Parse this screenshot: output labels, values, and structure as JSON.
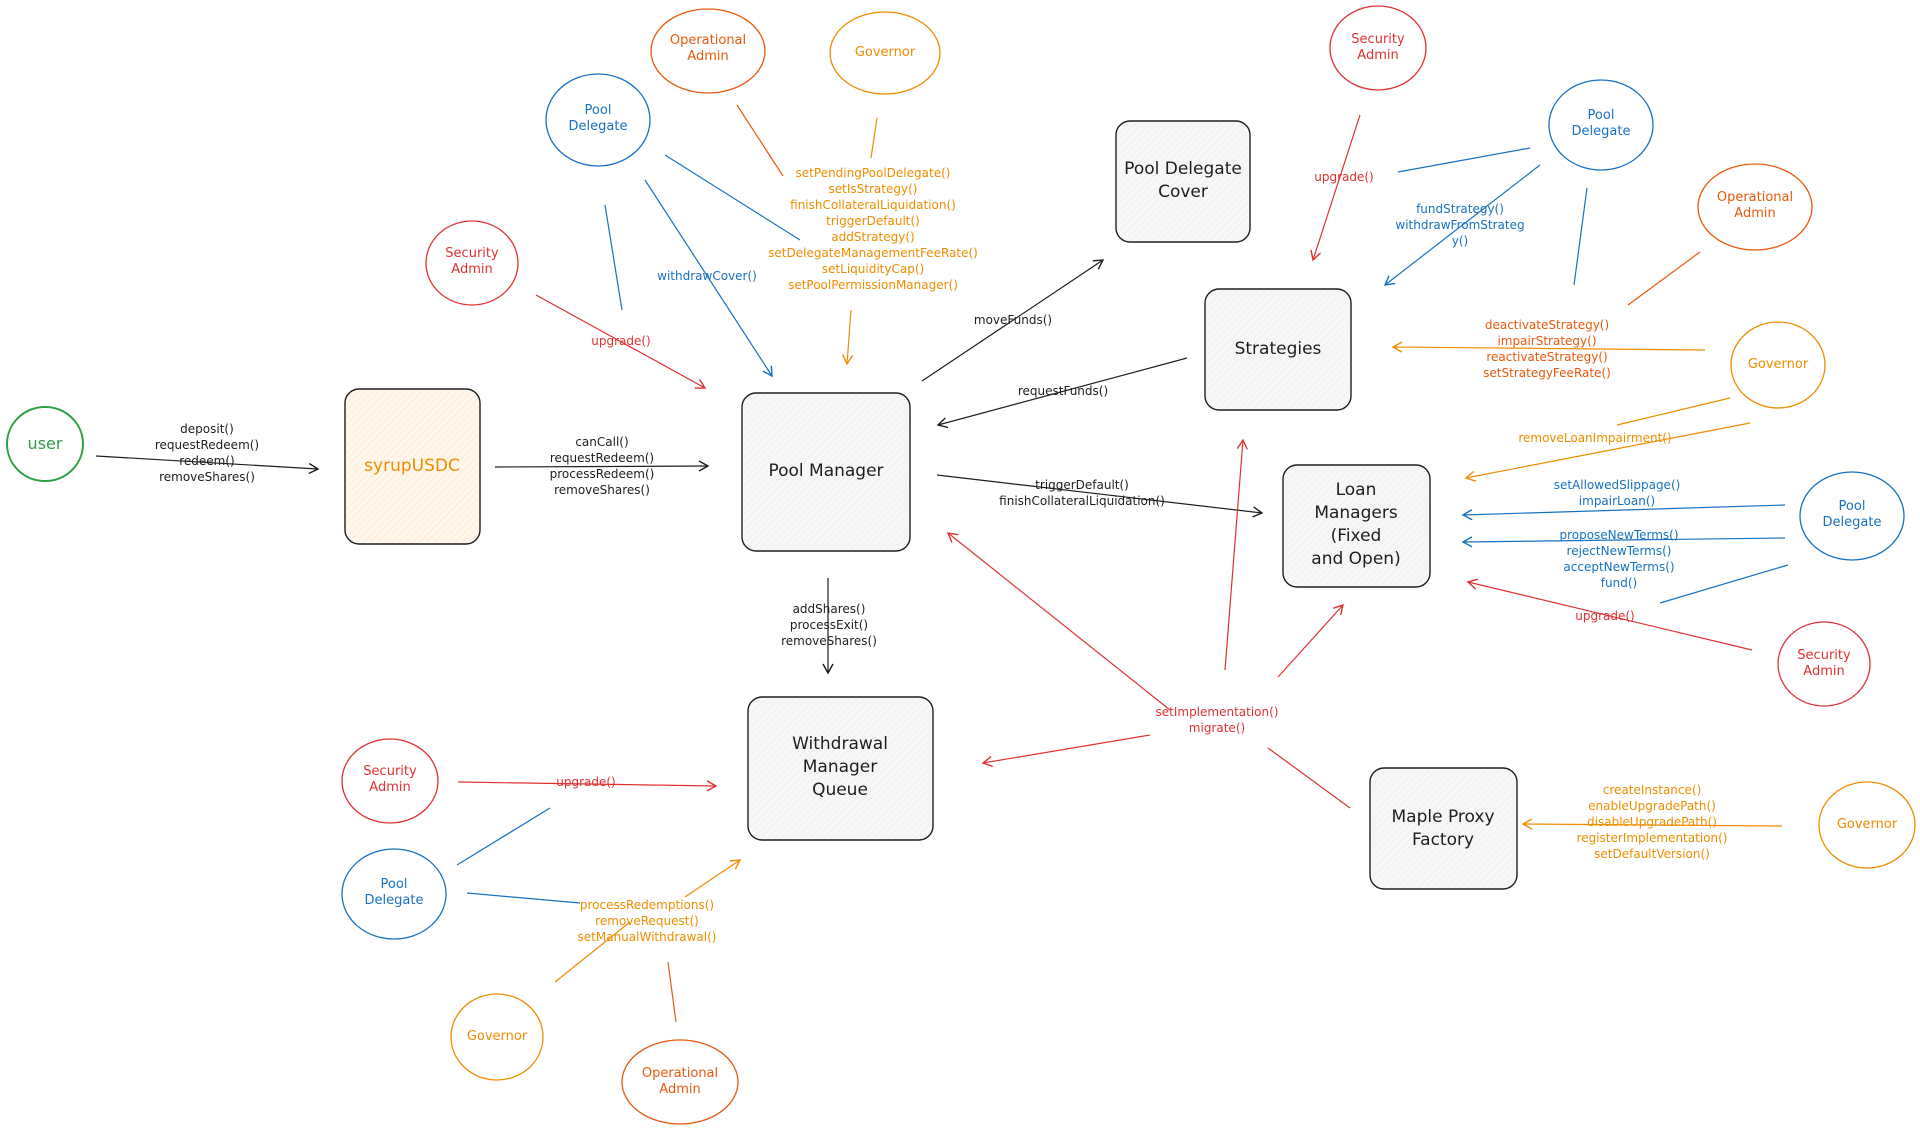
{
  "colors": {
    "black": "#1e1e1e",
    "red": "#e03131",
    "blue": "#1971c2",
    "orange": "#e8590c",
    "amber": "#f08c00",
    "green": "#2f9e44",
    "box_fill": "#f5f5f5",
    "syrup_fill": "#fff3e0"
  },
  "actors": {
    "user": "user",
    "operational_admin": "Operational\nAdmin",
    "governor": "Governor",
    "pool_delegate": "Pool\nDelegate",
    "security_admin": "Security\nAdmin"
  },
  "nodes": {
    "syrup_usdc": "syrupUSDC",
    "pool_manager": "Pool Manager",
    "pool_delegate_cover": "Pool Delegate\nCover",
    "strategies": "Strategies",
    "loan_managers": "Loan\nManagers\n(Fixed\nand Open)",
    "withdrawal_manager_queue": "Withdrawal\nManager\nQueue",
    "maple_proxy_factory": "Maple Proxy\nFactory"
  },
  "edges": {
    "user_to_syrup": "deposit()\nrequestRedeem()\nredeem()\nremoveShares()",
    "syrup_to_pm": "canCall()\nrequestRedeem()\nprocessRedeem()\nremoveShares()",
    "pm_governance_calls": "setPendingPoolDelegate()\nsetIsStrategy()\nfinishCollateralLiquidation()\ntriggerDefault()\naddStrategy()\nsetDelegateManagementFeeRate()\nsetLiquidityCap()\nsetPoolPermissionManager()",
    "pm_withdraw_cover": "withdrawCover()",
    "pm_upgrade": "upgrade()",
    "pm_move_funds": "moveFunds()",
    "strategies_request_funds": "requestFunds()",
    "pm_to_loan_managers": "triggerDefault()\nfinishCollateralLiquidation()",
    "pm_to_wmq": "addShares()\nprocessExit()\nremoveShares()",
    "strategies_upgrade": "upgrade()",
    "strategies_fund": "fundStrategy()\nwithdrawFromStrateg\ny()",
    "strategies_admin_calls": "deactivateStrategy()\nimpairStrategy()\nreactivateStrategy()\nsetStrategyFeeRate()",
    "lm_remove_impairment": "removeLoanImpairment()",
    "lm_slippage": "setAllowedSlippage()\nimpairLoan()",
    "lm_terms": "proposeNewTerms()\nrejectNewTerms()\nacceptNewTerms()\nfund()",
    "lm_upgrade": "upgrade()",
    "factory_set_impl": "setImplementation()\nmigrate()",
    "factory_governor_calls": "createInstance()\nenableUpgradePath()\ndisableUpgradePath()\nregisterImplementation()\nsetDefaultVersion()",
    "wmq_upgrade": "upgrade()",
    "wmq_calls": "processRedemptions()\nremoveRequest()\nsetManualWithdrawal()"
  }
}
